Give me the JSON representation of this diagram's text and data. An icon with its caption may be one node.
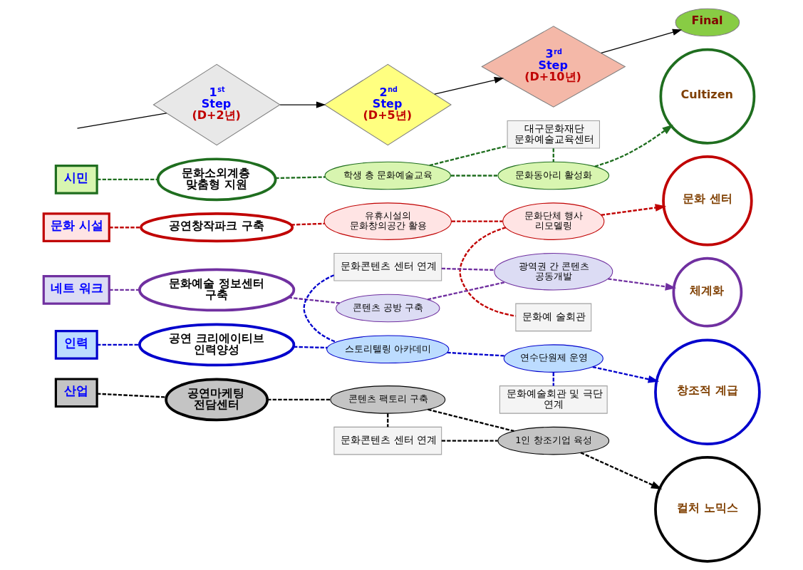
{
  "diagram": {
    "nodes": [
      {
        "text": [
          "1$^{st}$ Step",
          "(D+2년)"
        ]
      },
      {
        "text": [
          "2$^{nd}$ Step",
          "(D+5년)"
        ]
      },
      {
        "text": [
          "3$^{rd}$ Step",
          "(D+10년)"
        ]
      },
      {
        "text": [
          "Final"
        ]
      },
      {
        "text": [
          "시민"
        ]
      },
      {
        "text": [
          "문화소외계층 맞춤형 지원"
        ]
      },
      {
        "text": [
          "학생 층 문화예술교육"
        ]
      },
      {
        "text": [
          "문화동아리 활성화"
        ]
      },
      {
        "text": [
          "Cultizen"
        ]
      },
      {
        "text": [
          "대구문화재단 문화예술교육센터"
        ]
      },
      {
        "text": [
          "문화 시설"
        ]
      },
      {
        "text": [
          "공연창작파크 구축"
        ]
      },
      {
        "text": [
          "유휴시설의 문화창의공간 활용"
        ]
      },
      {
        "text": [
          "문화단체 행사 리모델링"
        ]
      },
      {
        "text": [
          "문화 센터"
        ]
      },
      {
        "text": [
          "문화예 술회관"
        ]
      },
      {
        "text": [
          "네트 워크"
        ]
      },
      {
        "text": [
          "문화예술 정보센터 구축"
        ]
      },
      {
        "text": [
          "콘텐츠 공방 구축"
        ]
      },
      {
        "text": [
          "광역권 간 콘텐츠 공동개발"
        ]
      },
      {
        "text": [
          "체계화"
        ]
      },
      {
        "text": [
          "문화콘텐츠 센터 연계"
        ]
      },
      {
        "text": [
          "인력"
        ]
      },
      {
        "text": [
          "공연 크리에이티브 인력양성"
        ]
      },
      {
        "text": [
          "스토리텔링 아카데미"
        ]
      },
      {
        "text": [
          "연수단원제 운영"
        ]
      },
      {
        "text": [
          "창조적 계급"
        ]
      },
      {
        "text": [
          "문화예술회관 및 극단 연계"
        ]
      },
      {
        "text": [
          "산업"
        ]
      },
      {
        "text": [
          "공연마케팅 전담센터"
        ]
      },
      {
        "text": [
          "콘텐츠 팩토리 구축"
        ]
      },
      {
        "text": [
          "1인 창조기업 육성"
        ]
      },
      {
        "text": [
          "컬처 노믹스"
        ]
      },
      {
        "text": [
          "문화콘텐츠 센터 연계"
        ]
      }
    ],
    "edges": [
      {
        "from": null,
        "to": 0,
        "arrow": "none",
        "color": "#000000"
      },
      {
        "from": 0,
        "to": 1,
        "arrow": "to",
        "color": "#000000"
      },
      {
        "from": 1,
        "to": 2,
        "arrow": "to",
        "color": "#000000"
      },
      {
        "from": 2,
        "to": 3,
        "arrow": "to",
        "color": "#000000"
      },
      {
        "from": 4,
        "to": 5,
        "arrow": "none",
        "style": "dashed",
        "color": "#1f6e1f"
      },
      {
        "from": 5,
        "to": 6,
        "arrow": "none",
        "style": "dashed",
        "color": "#1f6e1f"
      },
      {
        "from": 6,
        "to": 7,
        "arrow": "none",
        "style": "dashed",
        "color": "#1f6e1f"
      },
      {
        "from": 7,
        "to": 8,
        "arrow": "to",
        "style": "dashed",
        "color": "#1f6e1f"
      },
      {
        "from": 6,
        "to": 9,
        "arrow": "none",
        "style": "dashed",
        "color": "#1f6e1f"
      },
      {
        "from": 9,
        "to": 7,
        "arrow": "none",
        "style": "dashed",
        "color": "#1f6e1f"
      },
      {
        "from": 10,
        "to": 11,
        "arrow": "none",
        "style": "dashed",
        "color": "#c00000"
      },
      {
        "from": 11,
        "to": 12,
        "arrow": "none",
        "style": "dashed",
        "color": "#c00000"
      },
      {
        "from": 12,
        "to": 13,
        "arrow": "none",
        "style": "dashed",
        "color": "#c00000"
      },
      {
        "from": 13,
        "to": 14,
        "arrow": "to",
        "style": "dashed",
        "color": "#c00000"
      },
      {
        "from": 13,
        "to": 15,
        "arrow": "none",
        "style": "dashed",
        "color": "#c00000"
      },
      {
        "from": 16,
        "to": 17,
        "arrow": "none",
        "style": "dashed",
        "color": "#7030a0"
      },
      {
        "from": 17,
        "to": 18,
        "arrow": "none",
        "style": "dashed",
        "color": "#7030a0"
      },
      {
        "from": 18,
        "to": 19,
        "arrow": "none",
        "style": "dashed",
        "color": "#7030a0"
      },
      {
        "from": 19,
        "to": 20,
        "arrow": "to",
        "style": "dashed",
        "color": "#7030a0"
      },
      {
        "from": 21,
        "to": 19,
        "arrow": "none",
        "style": "dashed",
        "color": "#7030a0"
      },
      {
        "from": 21,
        "to": 24,
        "arrow": "none",
        "style": "dashed",
        "color": "#0000cc"
      },
      {
        "from": 22,
        "to": 23,
        "arrow": "none",
        "style": "dashed",
        "color": "#0000cc"
      },
      {
        "from": 23,
        "to": 24,
        "arrow": "none",
        "style": "dashed",
        "color": "#0000cc"
      },
      {
        "from": 24,
        "to": 25,
        "arrow": "none",
        "style": "dashed",
        "color": "#0000cc"
      },
      {
        "from": 25,
        "to": 26,
        "arrow": "to",
        "style": "dashed",
        "color": "#0000cc"
      },
      {
        "from": 25,
        "to": 27,
        "arrow": "none",
        "style": "dashed",
        "color": "#0000cc"
      },
      {
        "from": 28,
        "to": 29,
        "arrow": "none",
        "style": "dashed",
        "color": "#000000"
      },
      {
        "from": 29,
        "to": 30,
        "arrow": "none",
        "style": "dashed",
        "color": "#000000"
      },
      {
        "from": 30,
        "to": 31,
        "arrow": "none",
        "style": "dashed",
        "color": "#000000"
      },
      {
        "from": 31,
        "to": 32,
        "arrow": "to",
        "style": "dashed",
        "color": "#000000"
      },
      {
        "from": 30,
        "to": 33,
        "arrow": "none",
        "style": "dashed",
        "color": "#000000"
      },
      {
        "from": 33,
        "to": 31,
        "arrow": "none",
        "style": "dashed",
        "color": "#000000"
      }
    ]
  }
}
